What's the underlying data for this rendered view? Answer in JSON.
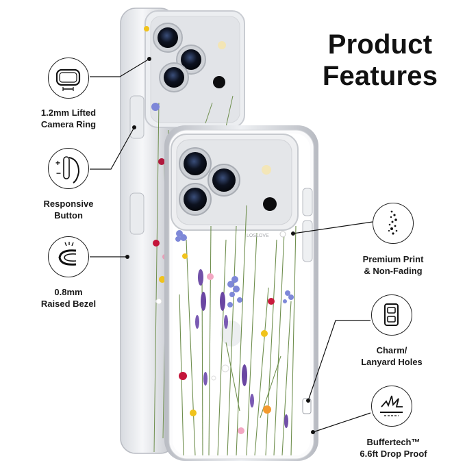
{
  "title": {
    "line1": "Product",
    "line2": "Features"
  },
  "features": {
    "camera_ring": {
      "line1": "1.2mm Lifted",
      "line2": "Camera Ring",
      "icon": "camera-ring-icon"
    },
    "responsive_button": {
      "line1": "Responsive",
      "line2": "Button",
      "icon": "button-icon"
    },
    "raised_bezel": {
      "line1": "0.8mm",
      "line2": "Raised Bezel",
      "icon": "bezel-icon"
    },
    "premium_print": {
      "line1": "Premium Print",
      "line2": "& Non-Fading",
      "icon": "print-dots-icon"
    },
    "lanyard_holes": {
      "line1": "Charm/",
      "line2": "Lanyard Holes",
      "icon": "lanyard-hole-icon"
    },
    "drop_proof": {
      "line1": "Buffertech™",
      "line2": "6.6ft Drop Proof",
      "icon": "impact-icon"
    }
  },
  "case_brand_text": "LOSLOVE",
  "colors": {
    "text": "#111111",
    "case_edge": "#c9ccd2",
    "camera_plate": "#e6e7ea",
    "stem": "#6f8f4e"
  }
}
